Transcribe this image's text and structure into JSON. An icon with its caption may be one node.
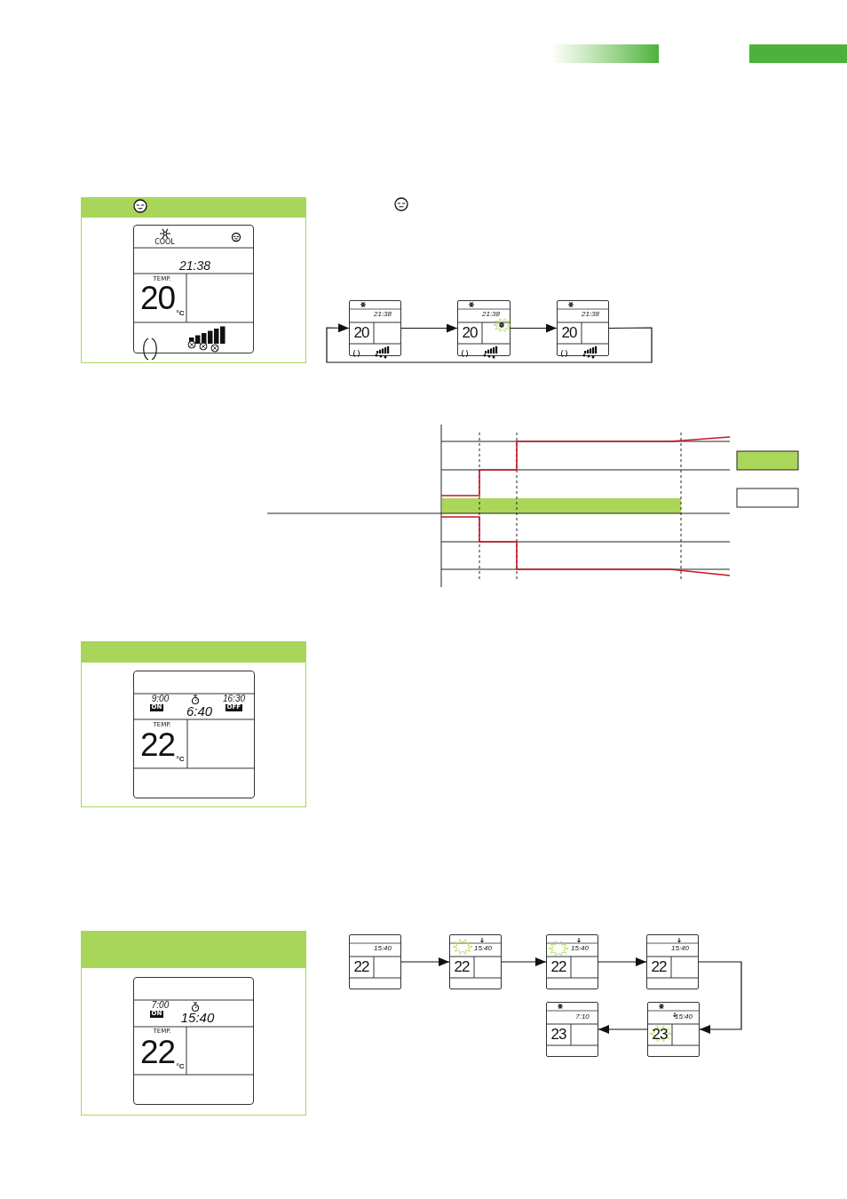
{
  "diagram": {
    "nodes": [
      {
        "text": [],
        "shape": "box"
      },
      {
        "text": [
          "COOL",
          "21:38",
          "TEMP.",
          "20",
          "°C"
        ],
        "in": 0
      },
      {
        "text": [
          "21:38",
          "20"
        ]
      },
      {
        "text": [
          "21:38",
          "20"
        ]
      },
      {
        "text": [
          "21:38",
          "20"
        ]
      },
      {
        "text": [],
        "shape": "box"
      },
      {
        "text": [
          "9:00",
          "16:30",
          "ON",
          "6:40",
          "OFF",
          "TEMP.",
          "22",
          "°C"
        ],
        "in": 5
      },
      {
        "text": [],
        "shape": "box"
      },
      {
        "text": [
          "7:00",
          "ON",
          "15:40",
          "TEMP.",
          "22",
          "°C"
        ],
        "in": 7
      },
      {
        "text": [
          "15:40",
          "22"
        ]
      },
      {
        "text": [
          "15:40",
          "22"
        ]
      },
      {
        "text": [
          "15:40",
          "22"
        ]
      },
      {
        "text": [
          "15:40",
          "22"
        ]
      },
      {
        "text": [
          "7:10",
          "23"
        ]
      },
      {
        "text": [
          "15:40",
          "23"
        ]
      }
    ],
    "edges": [
      {
        "from": 2,
        "to": 3,
        "arrow": "to"
      },
      {
        "from": 3,
        "to": 4,
        "arrow": "to"
      },
      {
        "from": 4,
        "to": 2,
        "arrow": "to"
      },
      {
        "from": 9,
        "to": 10,
        "arrow": "to"
      },
      {
        "from": 10,
        "to": 11,
        "arrow": "to"
      },
      {
        "from": 11,
        "to": 12,
        "arrow": "to"
      },
      {
        "from": 12,
        "to": 14,
        "arrow": "to"
      },
      {
        "from": 14,
        "to": 13,
        "arrow": "to"
      }
    ]
  }
}
